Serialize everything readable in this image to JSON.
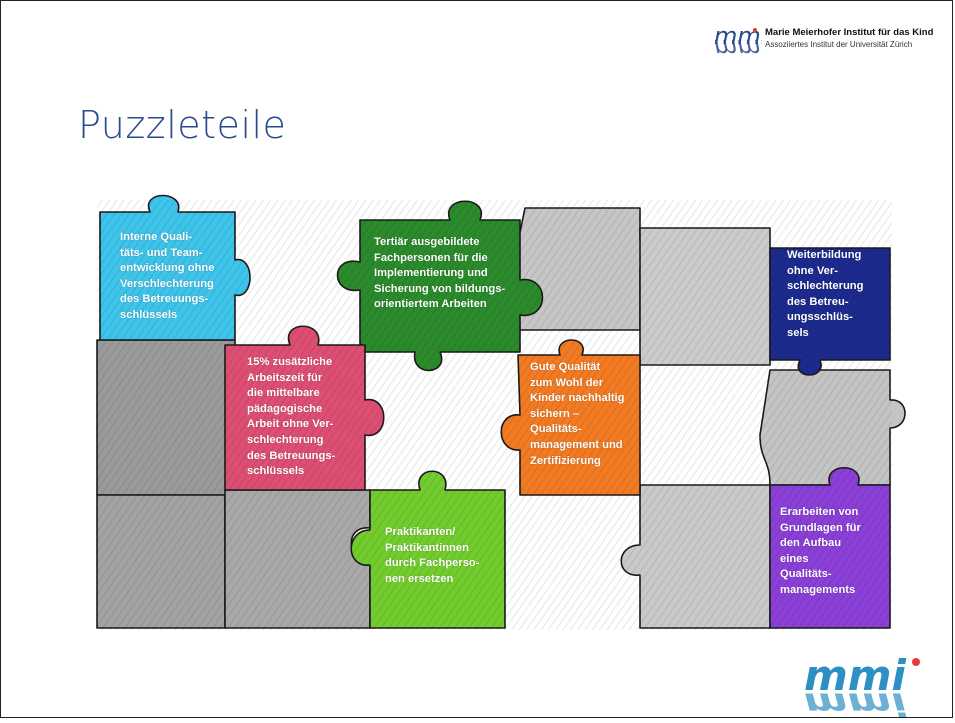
{
  "header": {
    "logo_mark": "mmi",
    "org_name": "Marie Meierhofer Institut für das Kind",
    "org_subtitle": "Assoziiertes Institut der Universität Zürich"
  },
  "slide": {
    "title": "Puzzleteile"
  },
  "pieces": {
    "cyan": {
      "color": "#3ec3ea",
      "lines": [
        "Interne Quali-",
        "täts- und Team-",
        "entwicklung ohne",
        "Verschlechterung",
        "des Betreuungs-",
        "schlüssels"
      ]
    },
    "green_dark": {
      "color": "#2b8a2b",
      "lines": [
        "Tertiär ausgebildete",
        "Fachpersonen für die",
        "Implementierung und",
        "Sicherung von bildungs-",
        "orientiertem Arbeiten"
      ]
    },
    "navy": {
      "color": "#1c2a8e",
      "lines": [
        "Weiterbildung",
        "ohne Ver-",
        "schlechterung",
        "des Betreu-",
        "ungsschlüs-",
        "sels"
      ]
    },
    "pink": {
      "color": "#dd4f72",
      "lines": [
        "15% zusätzliche",
        "Arbeitszeit für",
        "die mittelbare",
        "pädagogische",
        "Arbeit ohne Ver-",
        "schlechterung",
        "des Betreuungs-",
        "schlüssels"
      ]
    },
    "orange": {
      "color": "#f27a22",
      "lines": [
        "Gute Qualität",
        "zum Wohl der",
        "Kinder nachhaltig",
        "sichern –",
        "Qualitäts-",
        "management und",
        "Zertifizierung"
      ]
    },
    "lime": {
      "color": "#72cc2e",
      "lines": [
        "Praktikanten/",
        "Praktikantinnen",
        "durch Fachperso-",
        "nen ersetzen"
      ]
    },
    "purple": {
      "color": "#8a3fd6",
      "lines": [
        "Erarbeiten von",
        "Grundlagen für",
        "den Aufbau",
        "eines",
        "Qualitäts-",
        "managements"
      ]
    }
  },
  "footer": {
    "logo_mark": "mmi"
  }
}
